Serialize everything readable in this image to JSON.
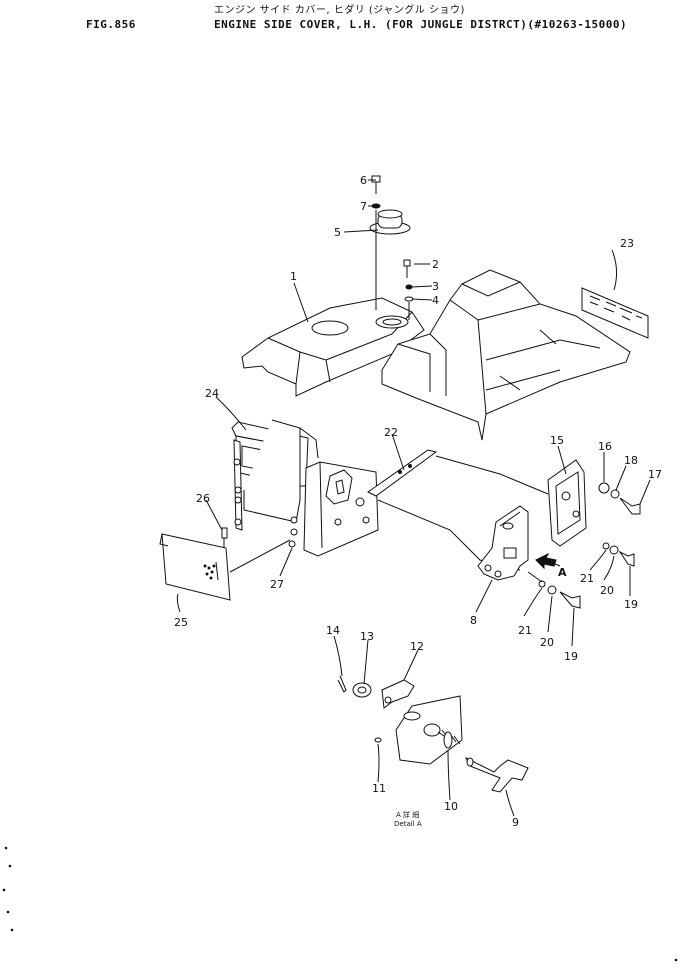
{
  "header": {
    "figure_number": "FIG.856",
    "japanese_title": "エンジン サイド カバー, ヒダリ (ジャングル ショウ)",
    "title": "ENGINE SIDE COVER, L.H. (FOR JUNGLE DISTRCT)(#10263-15000)"
  },
  "detail_caption": {
    "line1": "A 詳 細",
    "line2": "Detail A"
  },
  "arrow_label": "A",
  "part_labels": [
    "1",
    "2",
    "3",
    "4",
    "5",
    "6",
    "7",
    "8",
    "9",
    "10",
    "11",
    "12",
    "13",
    "14",
    "15",
    "16",
    "17",
    "18",
    "19",
    "19",
    "20",
    "20",
    "21",
    "21",
    "22",
    "23",
    "24",
    "25",
    "26",
    "27"
  ]
}
